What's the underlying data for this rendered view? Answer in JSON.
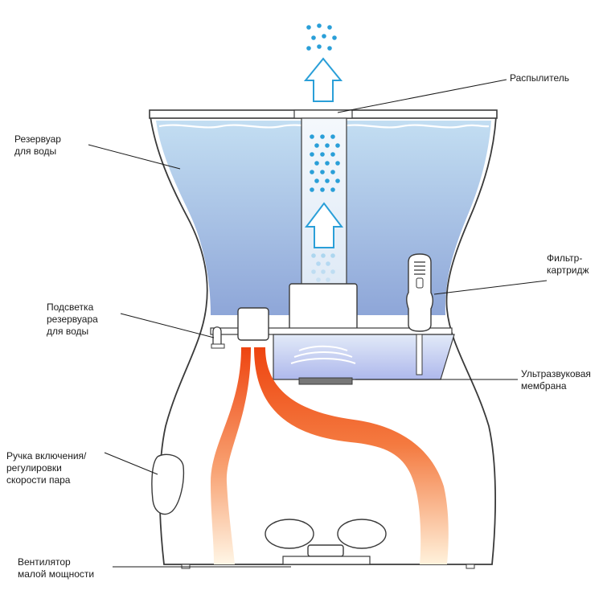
{
  "labels": {
    "sprayer": "Распылитель",
    "reservoir": "Резервуар\nдля воды",
    "filter": "Фильтр-\nкартридж",
    "backlight": "Подсветка\nрезервуара\nдля воды",
    "membrane": "Ультразвуковая\nмембрана",
    "knob": "Ручка включения/\nрегулировки\nскорости пара",
    "fan": "Вентилятор\nмалой мощности"
  },
  "colors": {
    "outline": "#3a3a3a",
    "water_top": "#b8d8f0",
    "water_bottom": "#8fa8d8",
    "droplet": "#2a9fd8",
    "heat_top": "#f04a10",
    "heat_bottom": "#fff4e0",
    "membrane_water": "#c8d4f4"
  }
}
